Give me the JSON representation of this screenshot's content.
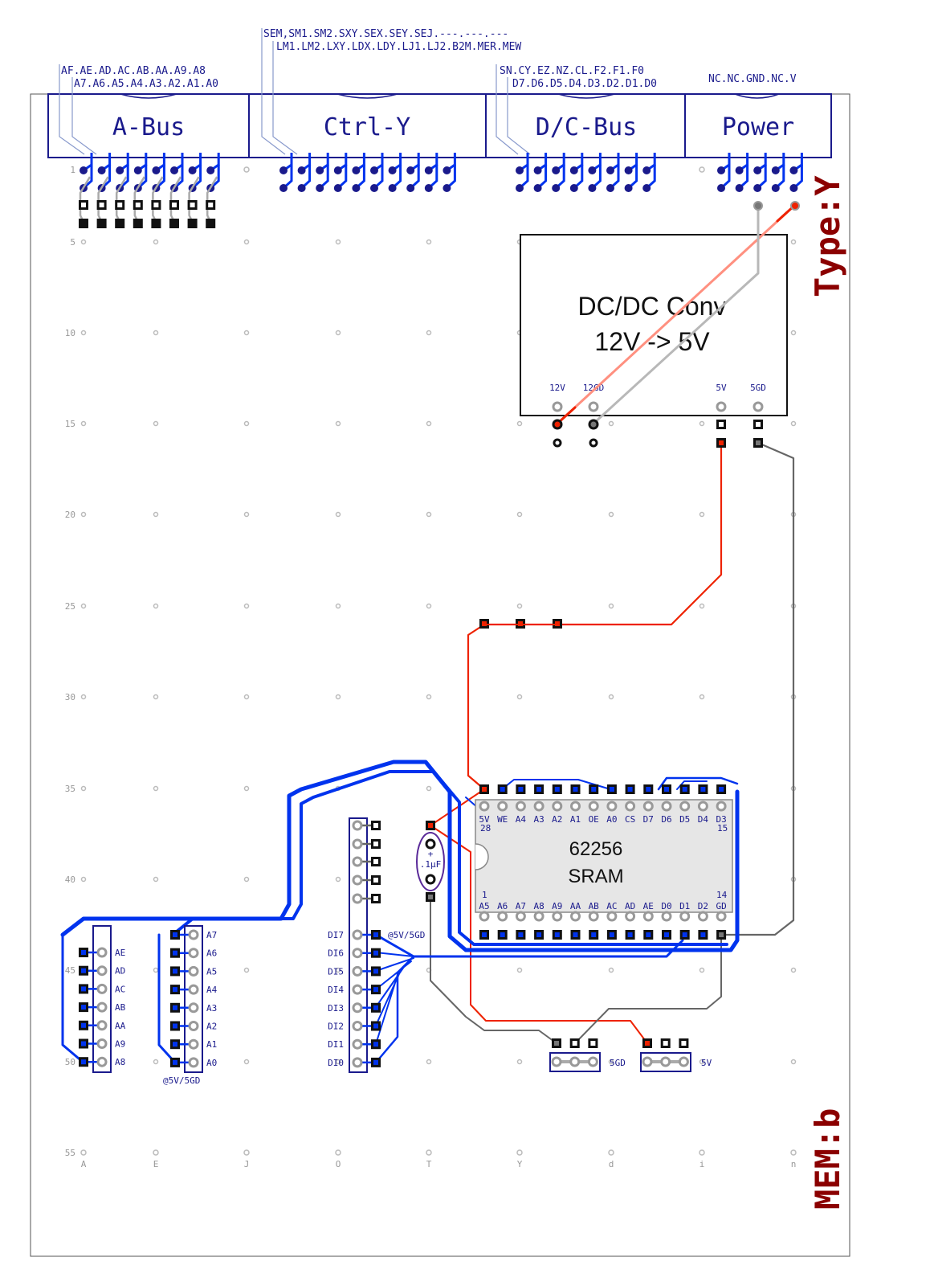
{
  "colors": {
    "bus_blue": "#0033ee",
    "navy": "#1a1a8c",
    "power_red": "#ee2200",
    "ground_grey": "#666666",
    "label_red": "#8b0000",
    "chip_fill": "#e6e6e6"
  },
  "connectors": [
    {
      "name": "A-Bus",
      "pins_top": "AF.AE.AD.AC.AB.AA.A9.A8",
      "pins_bottom": "A7.A6.A5.A4.A3.A2.A1.A0"
    },
    {
      "name": "Ctrl-Y",
      "pins_top": "SEM,SM1.SM2.SXY.SEX.SEY.SEJ.---.---.---",
      "pins_bottom": "LM1.LM2.LXY.LDX.LDY.LJ1.LJ2.B2M.MER.MEW"
    },
    {
      "name": "D/C-Bus",
      "pins_top": "SN.CY.EZ.NZ.CL.F2.F1.F0",
      "pins_bottom": "D7.D6.D5.D4.D3.D2.D1.D0"
    },
    {
      "name": "Power",
      "pins_top": "",
      "pins_bottom": "NC.NC.GND.NC.V"
    }
  ],
  "side_labels": {
    "type": "Type:Y",
    "board": "MEM:b"
  },
  "dcdc": {
    "title1": "DC/DC Conv",
    "title2": "12V -> 5V",
    "pins": [
      "12V",
      "12GD",
      "5V",
      "5GD"
    ]
  },
  "sram": {
    "name1": "62256",
    "name2": "SRAM",
    "top_pins": [
      "5V",
      "WE",
      "A4",
      "A3",
      "A2",
      "A1",
      "OE",
      "A0",
      "CS",
      "D7",
      "D6",
      "D5",
      "D4",
      "D3"
    ],
    "bottom_pins": [
      "A5",
      "A6",
      "A7",
      "A8",
      "A9",
      "AA",
      "AB",
      "AC",
      "AD",
      "AE",
      "D0",
      "D1",
      "D2",
      "GD"
    ],
    "pin_28": "28",
    "pin_15": "15",
    "pin_1": "1",
    "pin_14": "14"
  },
  "capacitor": {
    "polarity": "+",
    "value": ".1µF"
  },
  "left_header_labels": [
    "AE",
    "AD",
    "AC",
    "AB",
    "AA",
    "A9",
    "A8"
  ],
  "mid_header_labels": [
    "A7",
    "A6",
    "A5",
    "A4",
    "A3",
    "A2",
    "A1",
    "A0"
  ],
  "mid_header_note": "@5V/5GD",
  "data_header_labels": [
    "DI7",
    "DI6",
    "DI5",
    "DI4",
    "DI3",
    "DI2",
    "DI1",
    "DI0"
  ],
  "data_header_note": "@5V/5GD",
  "jumper_labels": [
    "5GD",
    "5V"
  ],
  "row_labels": [
    "1",
    "5",
    "10",
    "15",
    "20",
    "25",
    "30",
    "35",
    "40",
    "45",
    "50",
    "55"
  ],
  "col_labels": [
    "A",
    "E",
    "J",
    "O",
    "T",
    "Y",
    "d",
    "i",
    "n"
  ]
}
